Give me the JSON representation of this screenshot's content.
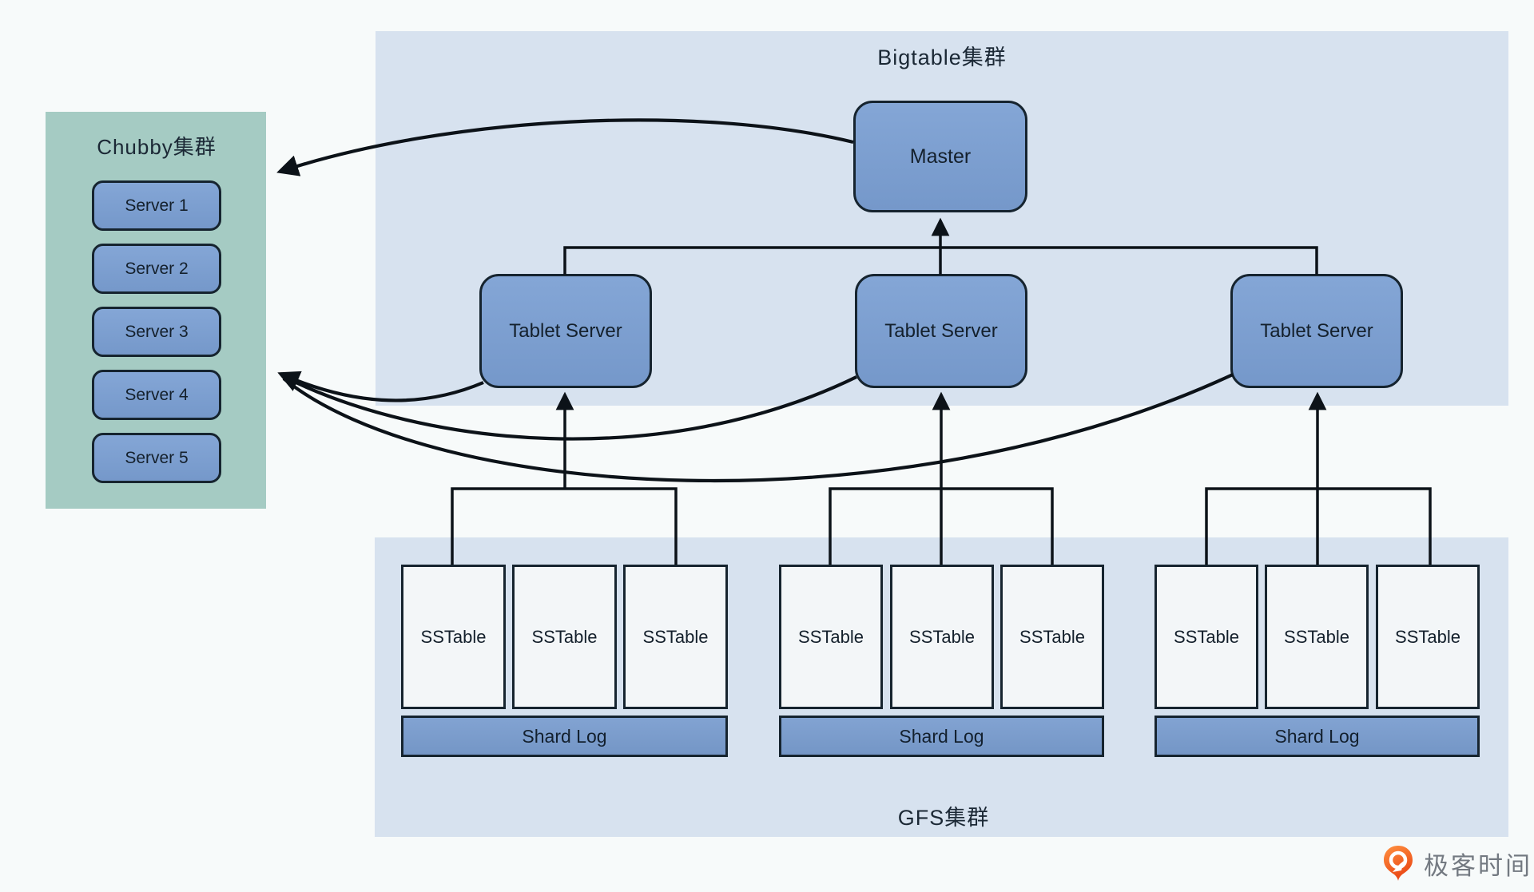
{
  "diagram": {
    "chubby": {
      "title": "Chubby集群",
      "servers": [
        "Server 1",
        "Server 2",
        "Server 3",
        "Server 4",
        "Server 5"
      ]
    },
    "bigtable": {
      "title": "Bigtable集群",
      "master_label": "Master",
      "tablet_servers": [
        "Tablet Server",
        "Tablet Server",
        "Tablet Server"
      ]
    },
    "gfs": {
      "title": "GFS集群",
      "groups": [
        {
          "sstables": [
            "SSTable",
            "SSTable",
            "SSTable"
          ],
          "shard_log": "Shard Log"
        },
        {
          "sstables": [
            "SSTable",
            "SSTable",
            "SSTable"
          ],
          "shard_log": "Shard Log"
        },
        {
          "sstables": [
            "SSTable",
            "SSTable",
            "SSTable"
          ],
          "shard_log": "Shard Log"
        }
      ]
    }
  },
  "branding": {
    "logo_text": "极客时间",
    "logo_icon": "geektime-flame-icon"
  },
  "colors": {
    "page_background": "#f7fafa",
    "cluster_region_fill": "#d7e2ef",
    "chubby_region_fill": "#a5cbc3",
    "node_fill": "#7c9fd0",
    "sstable_fill": "#f3f6f8",
    "border_and_lines": "#16242f",
    "logo_orange": "#f4651f",
    "logo_text_gray": "#737981"
  }
}
